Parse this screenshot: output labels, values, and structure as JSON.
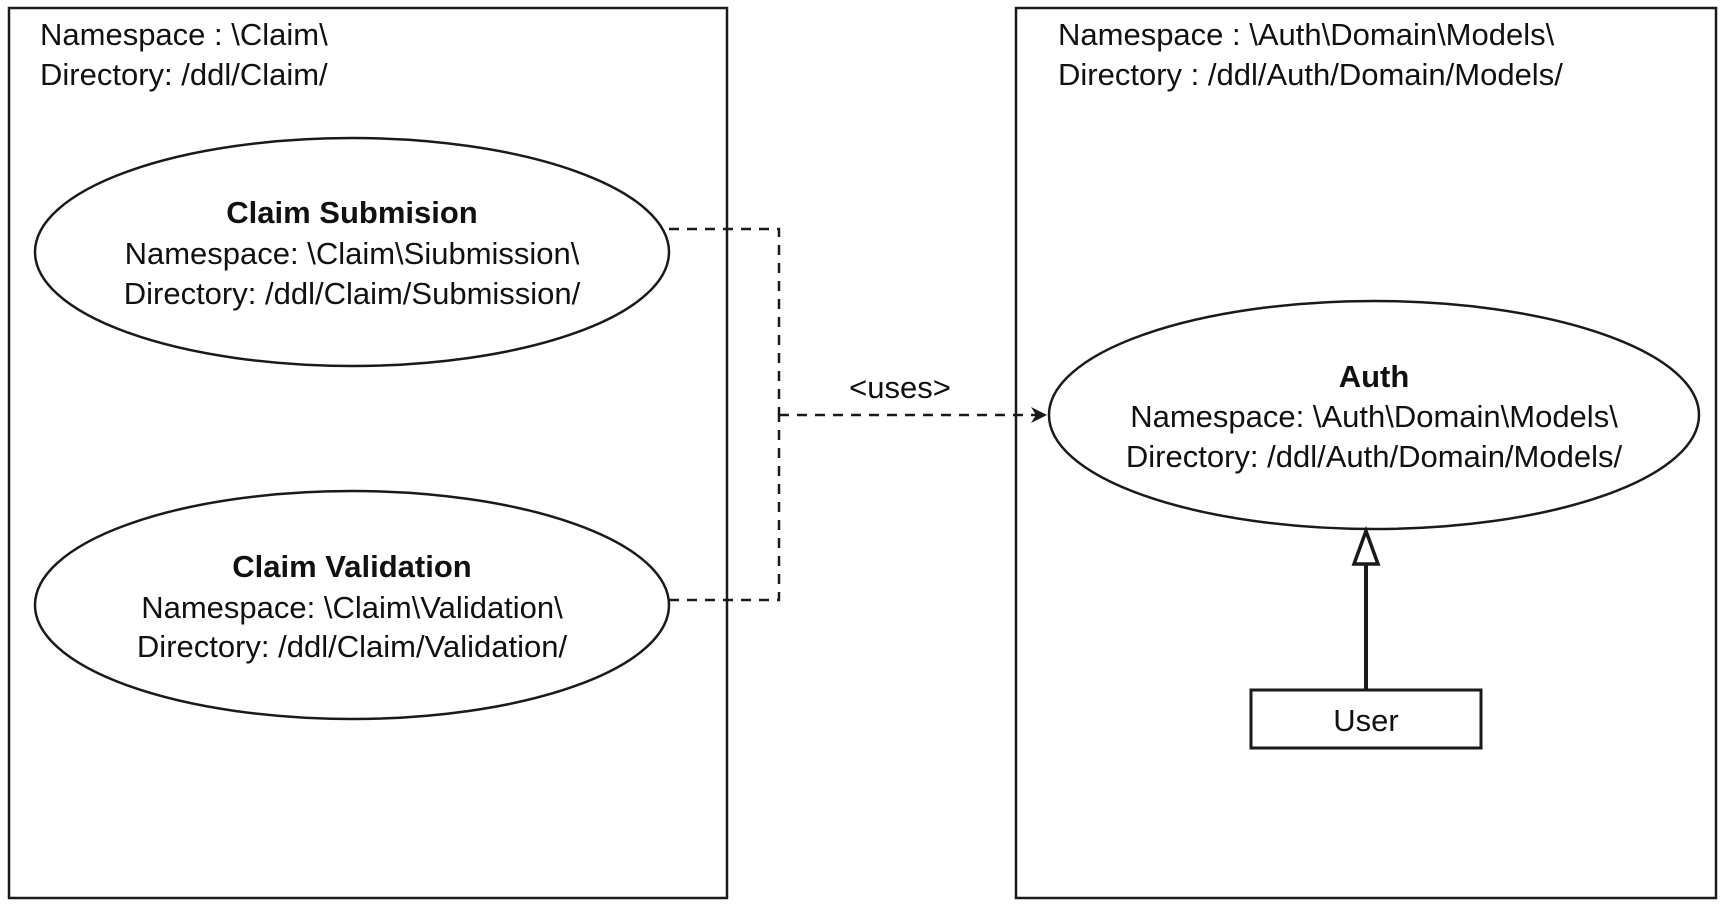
{
  "left_package": {
    "namespace": "Namespace : \\Claim\\",
    "directory": "Directory: /ddl/Claim/",
    "use_cases": [
      {
        "title": "Claim Submision",
        "namespace": "Namespace: \\Claim\\Siubmission\\",
        "directory": "Directory: /ddl/Claim/Submission/"
      },
      {
        "title": "Claim Validation",
        "namespace": "Namespace: \\Claim\\Validation\\",
        "directory": "Directory: /ddl/Claim/Validation/"
      }
    ]
  },
  "right_package": {
    "namespace": "Namespace : \\Auth\\Domain\\Models\\",
    "directory": "Directory : /ddl/Auth/Domain/Models/",
    "use_case": {
      "title": "Auth",
      "namespace": "Namespace: \\Auth\\Domain\\Models\\",
      "directory": "Directory: /ddl/Auth/Domain/Models/"
    },
    "class_box": "User"
  },
  "relation": {
    "label": "<uses>",
    "type": "dependency"
  },
  "generalization": {
    "type": "inheritance"
  }
}
